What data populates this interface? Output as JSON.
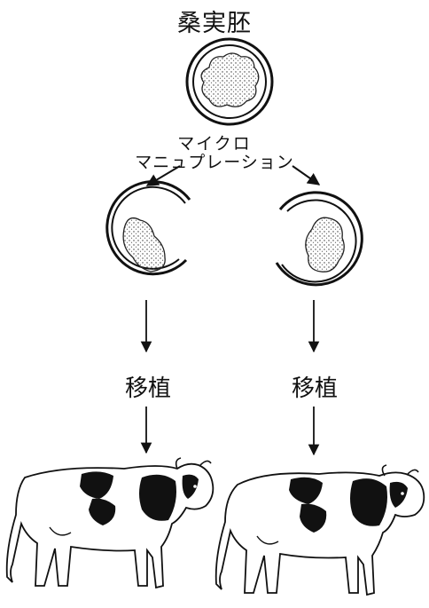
{
  "title": "桑実胚",
  "process_label_line1": "マイクロ",
  "process_label_line2": "マニュプレーション",
  "transplant_left": "移植",
  "transplant_right": "移植"
}
